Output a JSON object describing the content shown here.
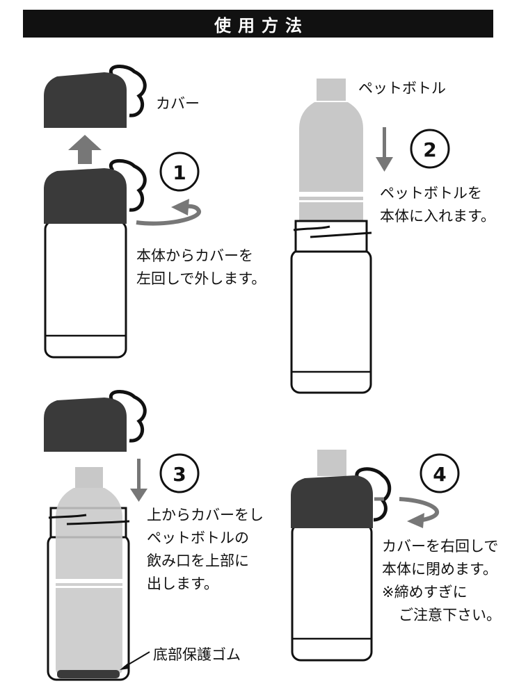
{
  "title": "使用方法",
  "colors": {
    "cap": "#3a3a3a",
    "arrow": "#777777",
    "pet_bottle": "#c8c8c8",
    "ink": "#111111"
  },
  "step1": {
    "number": "1",
    "cover_label": "カバー",
    "instruction_line1": "本体からカバーを",
    "instruction_line2": "左回しで外します。"
  },
  "step2": {
    "number": "2",
    "pet_label": "ペットボトル",
    "instruction_line1": "ペットボトルを",
    "instruction_line2": "本体に入れます。"
  },
  "step3": {
    "number": "3",
    "instruction_line1": "上からカバーをし",
    "instruction_line2": "ペットボトルの",
    "instruction_line3": "飲み口を上部に",
    "instruction_line4": "出します。",
    "rubber_label": "底部保護ゴム"
  },
  "step4": {
    "number": "4",
    "instruction_line1": "カバーを右回しで",
    "instruction_line2": "本体に閉めます。",
    "instruction_line3": "※締めすぎに",
    "instruction_line4": "ご注意下さい。"
  }
}
